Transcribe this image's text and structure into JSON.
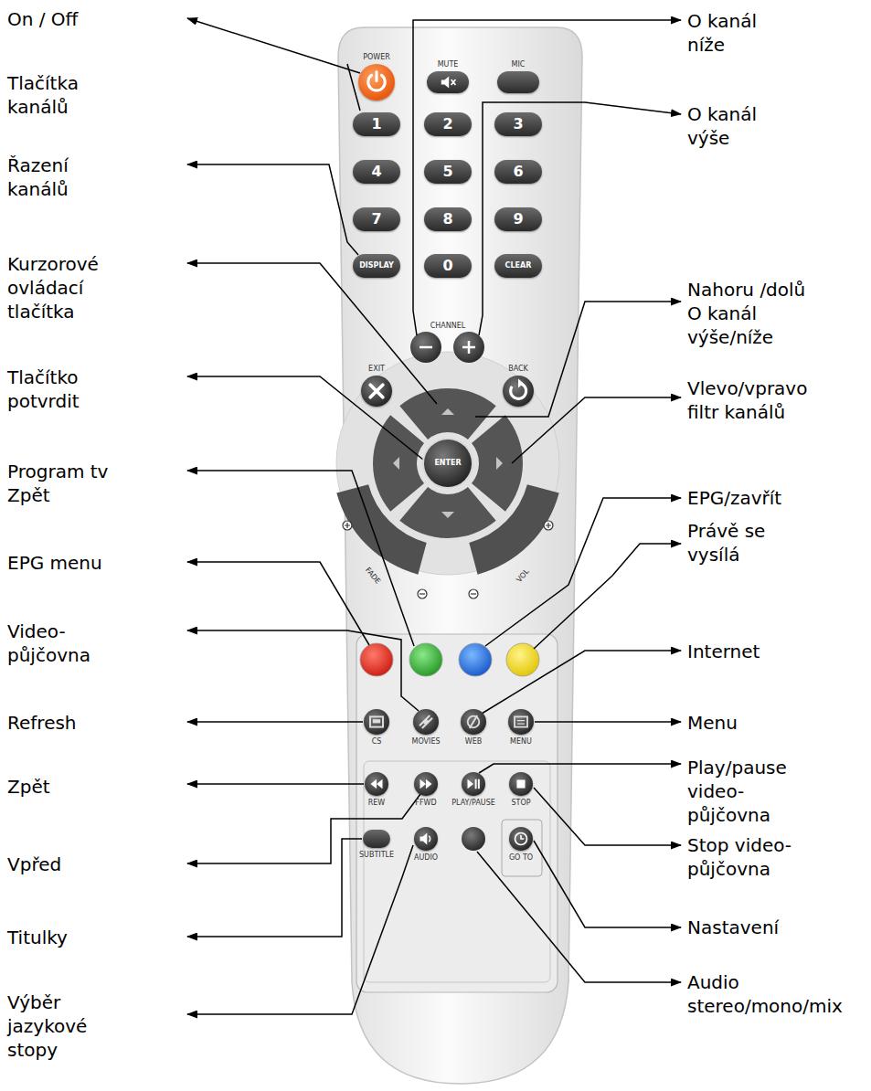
{
  "diagram": {
    "nodes": [
      {
        "text": [
          "POWER"
        ]
      },
      {
        "text": [
          "MUTE"
        ]
      },
      {
        "text": [
          "MIC"
        ]
      },
      {
        "text": [
          "1"
        ]
      },
      {
        "text": [
          "2"
        ]
      },
      {
        "text": [
          "3"
        ]
      },
      {
        "text": [
          "4"
        ]
      },
      {
        "text": [
          "5"
        ]
      },
      {
        "text": [
          "6"
        ]
      },
      {
        "text": [
          "7"
        ]
      },
      {
        "text": [
          "8"
        ]
      },
      {
        "text": [
          "9"
        ]
      },
      {
        "text": [
          "DISPLAY"
        ]
      },
      {
        "text": [
          "0"
        ]
      },
      {
        "text": [
          "CLEAR"
        ]
      },
      {
        "text": [
          "EXIT"
        ]
      },
      {
        "text": [
          "BACK"
        ]
      },
      {
        "text": [
          "ENTER"
        ]
      },
      {
        "text": [
          "CS"
        ]
      },
      {
        "text": [
          "MOVIES"
        ]
      },
      {
        "text": [
          "WEB"
        ]
      },
      {
        "text": [
          "MENU"
        ]
      },
      {
        "text": [
          "REW"
        ]
      },
      {
        "text": [
          "FFWD"
        ]
      },
      {
        "text": [
          "PLAY/PAUSE"
        ]
      },
      {
        "text": [
          "STOP"
        ]
      },
      {
        "text": [
          "SUBTITLE"
        ]
      },
      {
        "text": [
          "AUDIO"
        ]
      },
      {
        "text": [
          "GO TO"
        ]
      }
    ],
    "labels": [
      "On / Off",
      "Tlačítka kanálů",
      "Řazení kanálů",
      "Kurzorové ovládací tlačítka",
      "Tlačítko potvrdit",
      "Program tv Zpět",
      "EPG menu",
      "Video-půjčovna",
      "Refresh",
      "Zpět",
      "Vpřed",
      "Titulky",
      "Výběr jazykové stopy",
      "O kanál níže",
      "O kanál výše",
      "Nahoru /dolů O kanál výše/níže",
      "Vlevo/vpravo filtr kanálů",
      "EPG/zavřít",
      "Právě se vysílá",
      "Internet",
      "Menu",
      "Play/pause video-půjčovna",
      "Stop video-půjčovna",
      "Nastavení",
      "Audio stereo/mono/mix",
      "CHANNEL",
      "FADE",
      "VOL"
    ]
  }
}
